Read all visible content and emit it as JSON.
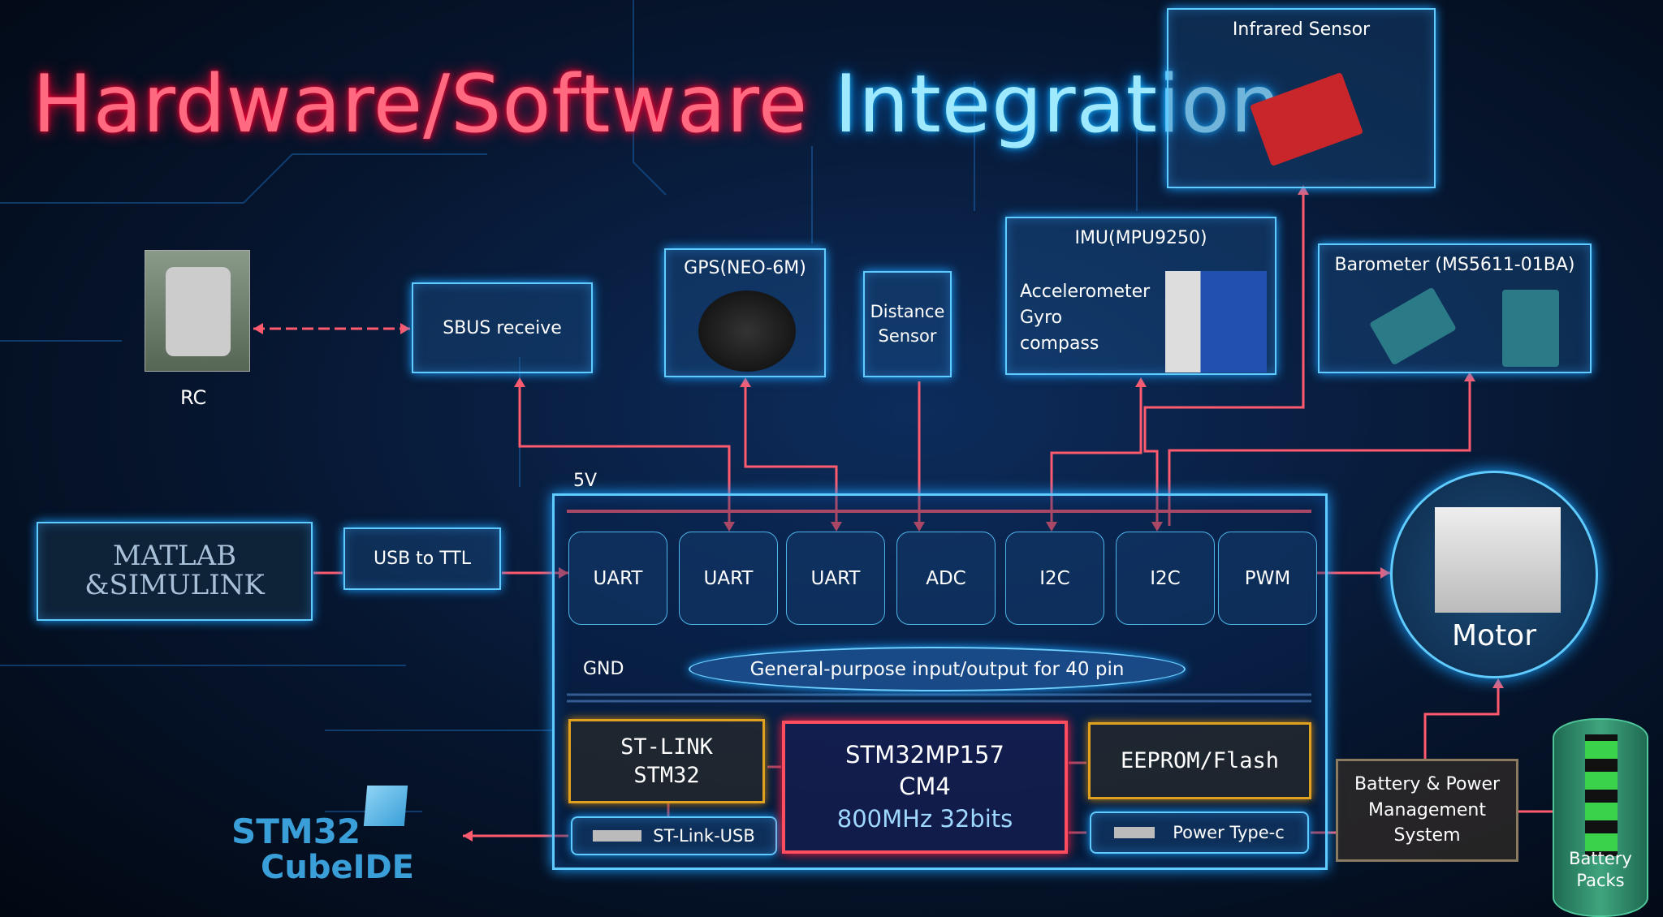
{
  "title": {
    "part1": "Hardware/Software",
    "part2": "Integration"
  },
  "sensors": {
    "infrared": "Infrared Sensor",
    "rc": "RC",
    "sbus": "SBUS receive",
    "gps": "GPS(NEO-6M)",
    "distance": "Distance Sensor",
    "imu": {
      "title": "IMU(MPU9250)",
      "lines": [
        "Accelerometer",
        "Gyro",
        "compass"
      ]
    },
    "barometer": "Barometer (MS5611-01BA)"
  },
  "board": {
    "power_rail": "5V",
    "ground": "GND",
    "interfaces": [
      "UART",
      "UART",
      "UART",
      "ADC",
      "I2C",
      "I2C",
      "PWM"
    ],
    "gpio": "General-purpose input/output for 40 pin",
    "stlink": [
      "ST-LINK",
      "STM32"
    ],
    "stlink_usb": "ST-Link-USB",
    "mcu": [
      "STM32MP157",
      "CM4",
      "800MHz 32bits"
    ],
    "eeprom": "EEPROM/Flash",
    "power_typec": "Power Type-c"
  },
  "external": {
    "matlab": [
      "MATLAB",
      "&SIMULINK"
    ],
    "usb_ttl": "USB to TTL",
    "motor": "Motor",
    "bms": [
      "Battery & Power",
      "Management",
      "System"
    ],
    "battery": [
      "Battery",
      "Packs"
    ],
    "cubeide": [
      "STM32",
      "CubeIDE"
    ]
  },
  "colors": {
    "red": "#ff4d60",
    "cyan": "#5fcbff",
    "orange": "#e0a020"
  }
}
